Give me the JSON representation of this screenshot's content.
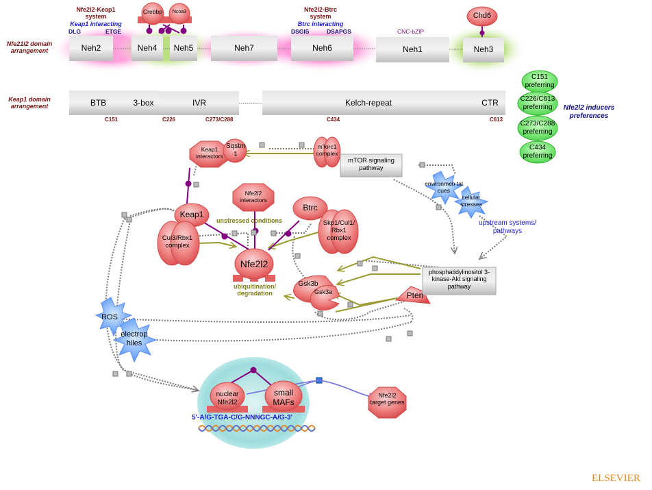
{
  "nfe2l2_domains": {
    "section_label": "Nfe21l2 domain arrangement",
    "domains": [
      "Neh2",
      "Neh4",
      "Neh5",
      "Neh7",
      "Neh6",
      "Neh1",
      "Neh3"
    ],
    "keap1_system": {
      "title": "Nfe2l2-Keap1 system",
      "subtitle": "Keap1 interacting",
      "motifs": [
        "DLG",
        "ETGE"
      ]
    },
    "btrc_system": {
      "title": "Nfe2l2-Btrc system",
      "subtitle": "Btrc interacting",
      "motifs": [
        "DSGIS",
        "DSAPGS"
      ]
    },
    "neh1_label": "CNC-bZIP",
    "coactivators": [
      "Crebbp",
      "Ncoa3"
    ],
    "chd6": "Chd6"
  },
  "keap1_domains": {
    "section_label": "Keap1 domain arrangement",
    "domains": [
      "BTB",
      "3-box",
      "IVR",
      "Kelch-repeat",
      "CTR"
    ],
    "cysteines": [
      "C151",
      "C226",
      "C273/C288",
      "C434",
      "C613"
    ]
  },
  "inducer_preferences": {
    "label": "Nfe2l2 inducers preferences",
    "items": [
      "C151 preferring",
      "C226/C613 preferring",
      "C273/C288 preferring",
      "C434 preferring"
    ]
  },
  "network": {
    "keap1_interactors": "Keap1 interactors",
    "sqstm1": "Sqstm 1",
    "mtorc1": "mTorc1 complex",
    "mtor_pathway": "mTOR signaling pathway",
    "nfe2l2_interactors": "Nfe2l2 interactors",
    "keap1": "Keap1",
    "cul3": "Cul3/Rbx1 complex",
    "btrc": "Btrc",
    "skp1": "Skp1/Cul1/ Rbx1 complex",
    "nfe2l2": "Nfe2l2",
    "unstressed": "unstressed conditions",
    "ubiquitination": "ubiquitination/ degradation",
    "gsk3b": "Gsk3b",
    "gsk3a": "Gsk3a",
    "pten": "Pten",
    "pi3k": "phosphatidylinositol 3-kinase-Akt signaling pathway",
    "env_cues": "environmen tal cues",
    "cell_stress": "cellular stresses",
    "upstream": "upstream systems/ pathways",
    "ros": "ROS",
    "electrophiles": "electrop hiles",
    "nuclear_nfe2l2": "nuclear Nfe2l2",
    "small_mafs": "small MAFs",
    "are_sequence": "5'-A/G-TGA-C/G-NNNGC-A/G-3'",
    "target_genes": "Nfe2l2 target genes"
  },
  "publisher": "ELSEVIER",
  "colors": {
    "protein_red": "#e85c5c",
    "stress_blue": "#6fa8ff",
    "pref_green": "#5ee05e",
    "link_purple": "#800080",
    "link_olive": "#9a9a30",
    "domain_grey": "#d0d0d0"
  }
}
